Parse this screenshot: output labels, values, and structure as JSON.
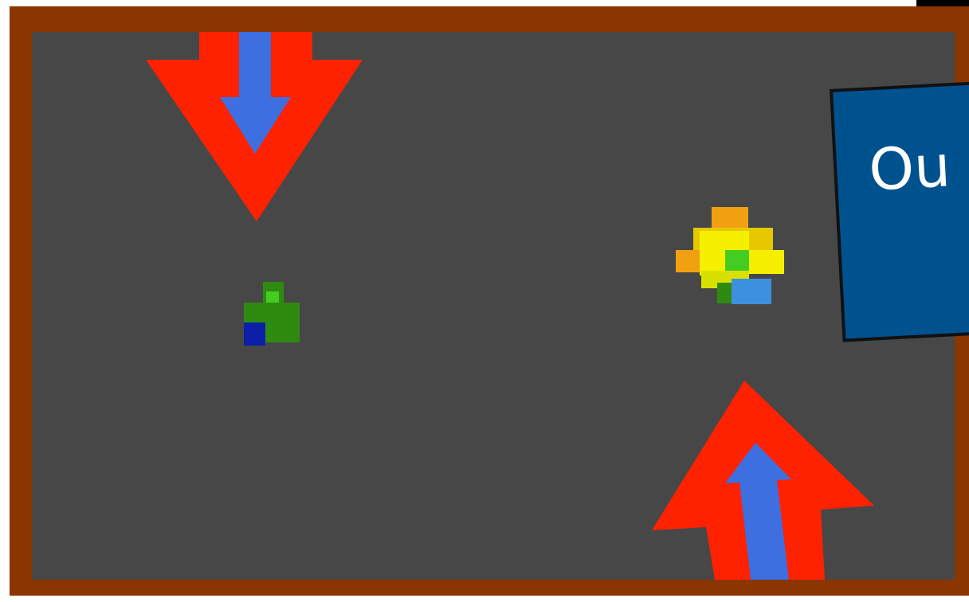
{
  "colors": {
    "frame": "#8b3500",
    "field": "#474747",
    "arrow_outer": "#ff2200",
    "arrow_inner": "#3d6fe0",
    "label_box": "#00528f",
    "label_text": "#ffffff"
  },
  "sprites": {
    "green_sprite": {
      "name": "green-blob",
      "colors": [
        "#2f8a10",
        "#44cc22",
        "#0d1fa8"
      ]
    },
    "yellow_sprite": {
      "name": "yellow-blob",
      "colors": [
        "#f0a010",
        "#f6f000",
        "#44cc22",
        "#3d8fe0"
      ]
    }
  },
  "label": {
    "text": "Ou"
  },
  "arrows": [
    {
      "name": "arrow-down-icon",
      "direction": "down"
    },
    {
      "name": "arrow-up-icon",
      "direction": "up"
    }
  ]
}
